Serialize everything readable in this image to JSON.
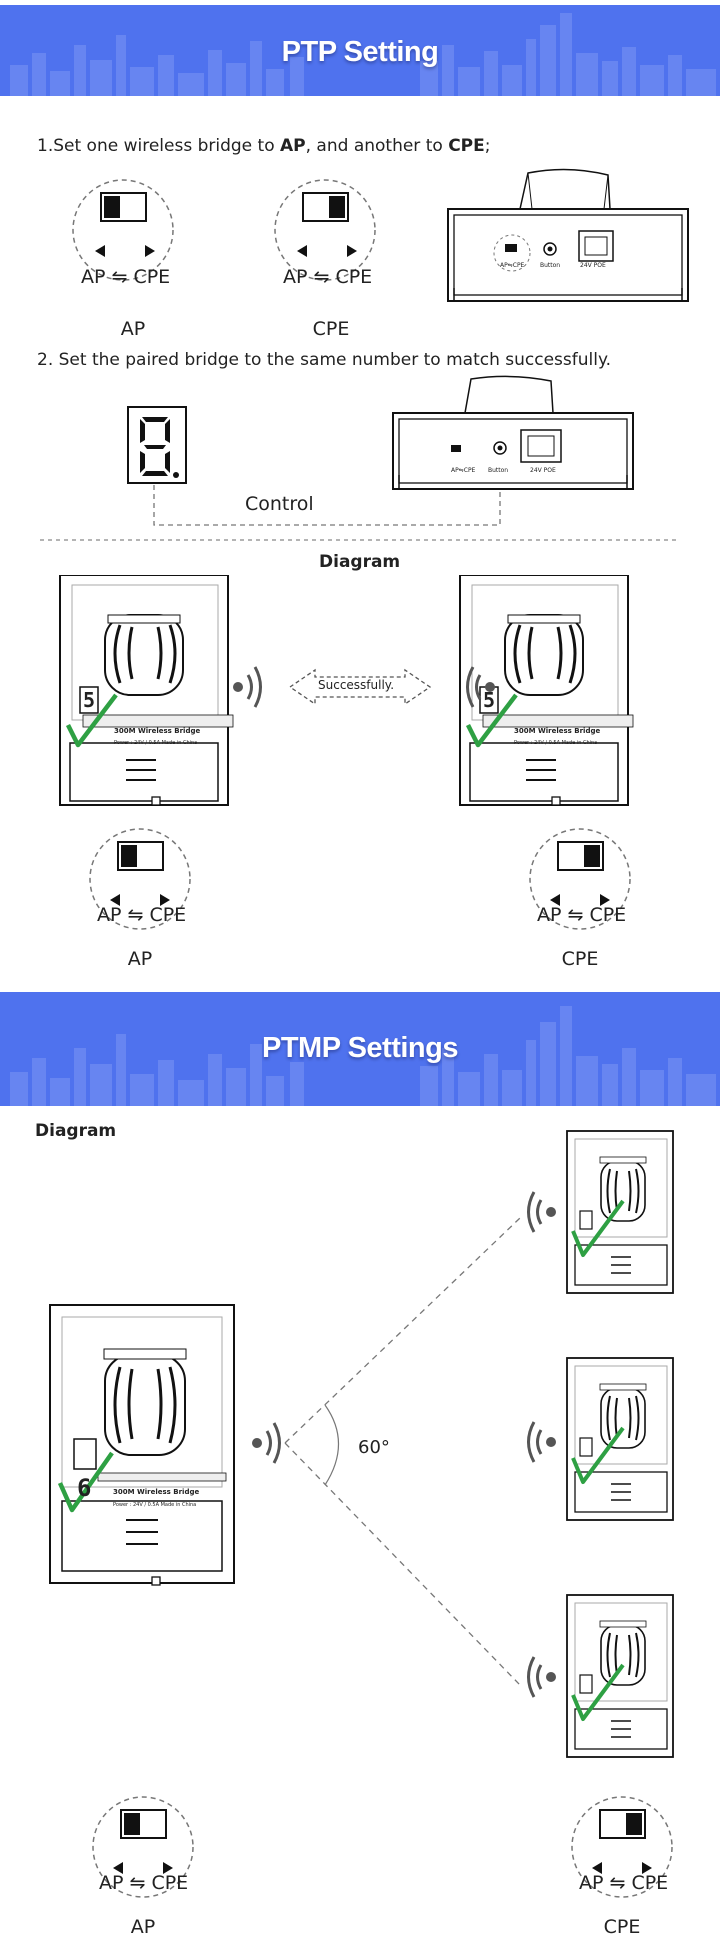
{
  "ptp": {
    "title": "PTP Setting",
    "step1_prefix": "1.Set one wireless bridge to ",
    "step1_ap": "AP",
    "step1_mid": ", and another to ",
    "step1_cpe": "CPE",
    "step1_suffix": ";",
    "step2": "2. Set the paired bridge to the same number to match successfully.",
    "switch_text": "AP ⇋ CPE",
    "switch_left_label": "AP",
    "switch_right_label": "CPE",
    "panel_small_label": "AP⇋CPE",
    "button_label": "Button",
    "poe_label": "24V POE",
    "control_label": "Control",
    "diagram_heading": "Diagram",
    "success_label": "Successfully.",
    "device_digit": "5",
    "device_model": "300M Wireless Bridge",
    "device_power": "Power : 24V / 0.5A   Made in China",
    "diagram_left_label": "AP",
    "diagram_right_label": "CPE"
  },
  "ptmp": {
    "title": "PTMP Settings",
    "diagram_heading": "Diagram",
    "angle_label": "60°",
    "device_digit": "6",
    "device_model": "300M Wireless Bridge",
    "device_power": "Power : 24V / 0.5A   Made in China",
    "left_label": "AP",
    "right_label": "CPE"
  },
  "colors": {
    "banner": "#4f72ee",
    "check": "#2ea043",
    "line": "#222222"
  }
}
